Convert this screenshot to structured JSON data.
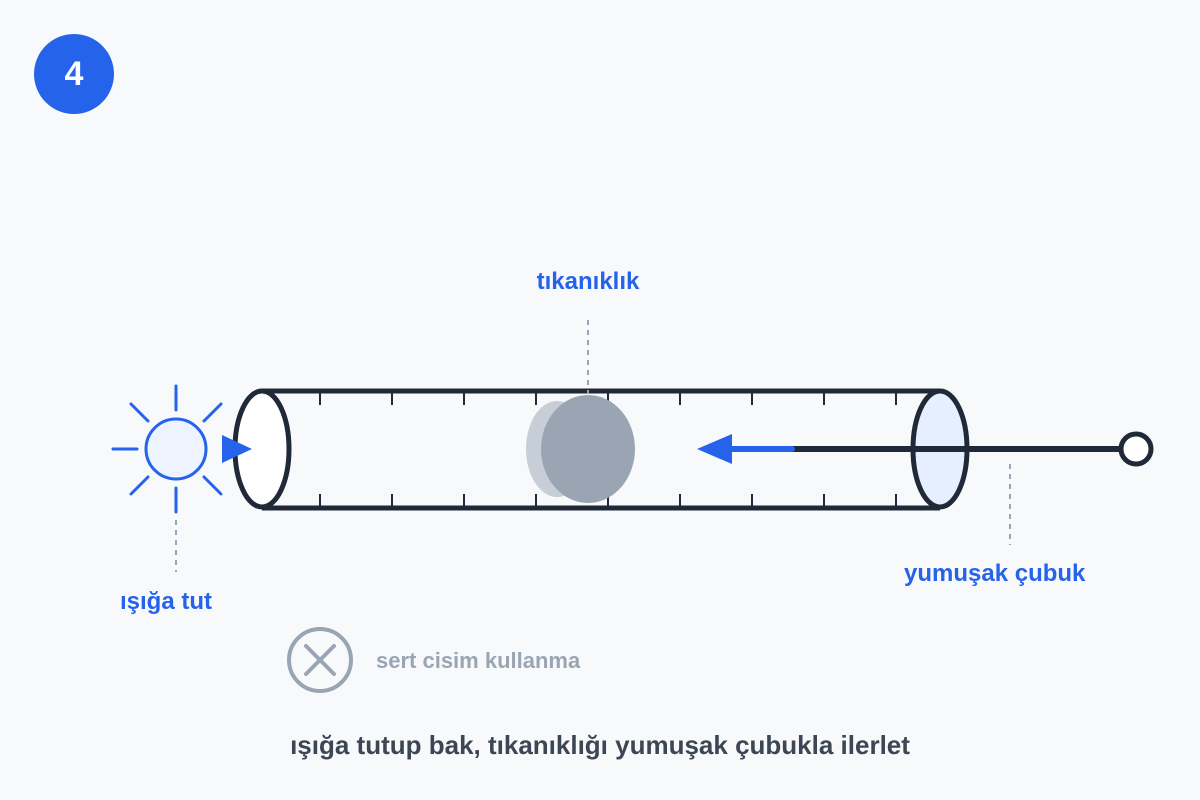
{
  "step_number": "4",
  "labels": {
    "blockage": "tıkanıklık",
    "hold_to_light": "ışığa tut",
    "soft_rod": "yumuşak çubuk",
    "warning": "sert cisim kullanma"
  },
  "caption": "ışığa tutup bak, tıkanıklığı yumuşak çubukla ilerlet",
  "colors": {
    "accent": "#2563eb",
    "outline": "#1f2937",
    "blockage": "#9aa5b4",
    "muted": "#9aa5b4",
    "caption": "#3d4654",
    "background": "#f8f9fb"
  },
  "icons": [
    "light-source-icon",
    "blocked-x-icon",
    "push-arrow-icon"
  ]
}
